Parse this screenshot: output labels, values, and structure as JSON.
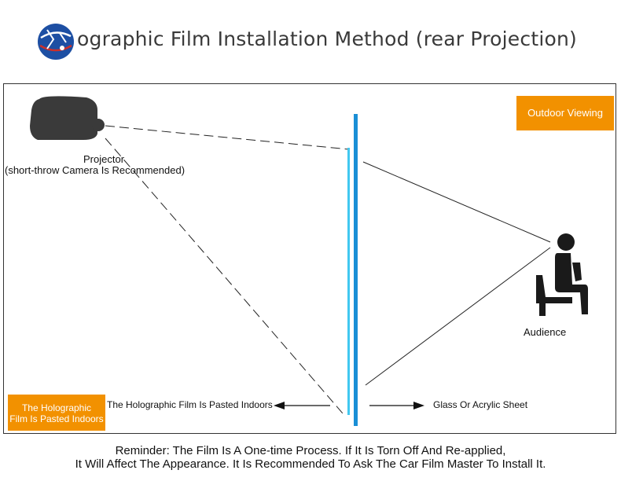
{
  "header": {
    "title_rest": "ographic Film Installation Method (rear Projection)"
  },
  "labels": {
    "projector": "Projector",
    "projector_note": "(short-throw Camera Is Recommended)",
    "audience": "Audience",
    "film_arrow": "The Holographic Film Is Pasted Indoors",
    "glass_arrow": "Glass Or Acrylic Sheet"
  },
  "badges": {
    "outdoor": "Outdoor Viewing",
    "indoor_line1": "The Holographic",
    "indoor_line2": "Film Is Pasted Indoors"
  },
  "footer": {
    "line1": "Reminder: The Film Is A One-time Process. If It Is Torn Off And Re-applied,",
    "line2": "It Will Affect The Appearance. It Is Recommended To Ask The Car Film Master To Install It."
  },
  "colors": {
    "accent_orange": "#f29100",
    "glass_blue": "#1a8fd6",
    "film_cyan": "#41c8f0",
    "figure_dark": "#1a1a1a",
    "projector_gray": "#3a3a3a",
    "logo_blue": "#1d4fa3"
  }
}
